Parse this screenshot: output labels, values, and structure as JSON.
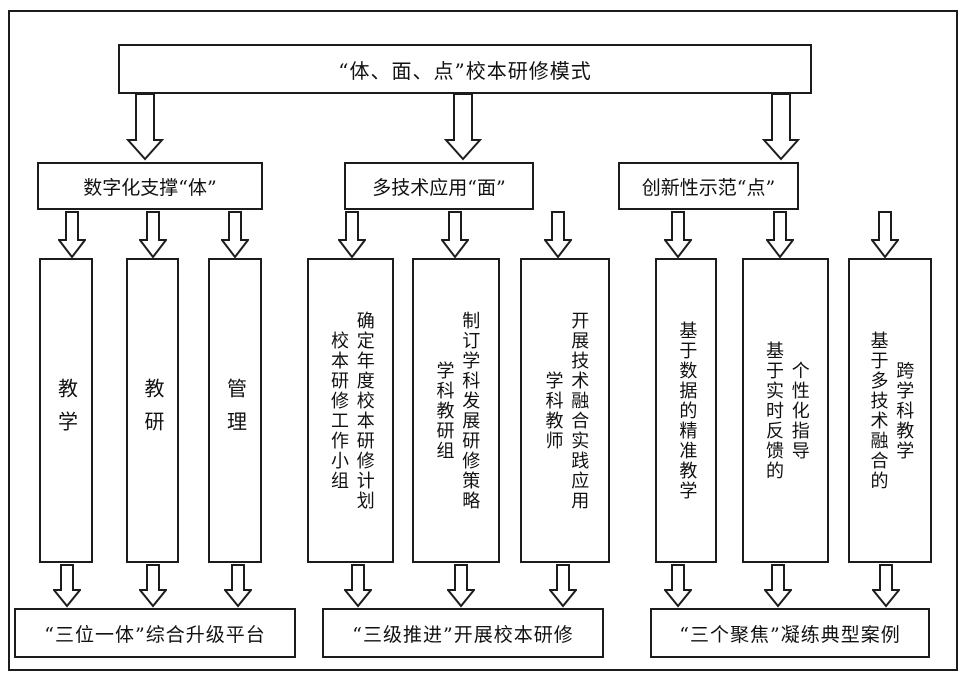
{
  "diagram": {
    "title": "“体、面、点”校本研修模式",
    "branches": [
      {
        "header": "数字化支撑“体”",
        "items": [
          {
            "cols": [
              "教学"
            ]
          },
          {
            "cols": [
              "教研"
            ]
          },
          {
            "cols": [
              "管理"
            ]
          }
        ],
        "footer": "“三位一体”综合升级平台"
      },
      {
        "header": "多技术应用“面”",
        "items": [
          {
            "cols": [
              "校本研修工作小组",
              "确定年度校本研修计划"
            ]
          },
          {
            "cols": [
              "学科教研组",
              "制订学科发展研修策略"
            ]
          },
          {
            "cols": [
              "学科教师",
              "开展技术融合实践应用"
            ]
          }
        ],
        "footer": "“三级推进”开展校本研修"
      },
      {
        "header": "创新性示范“点”",
        "items": [
          {
            "cols": [
              "基于数据的精准教学"
            ]
          },
          {
            "cols": [
              "基于实时反馈的",
              "个性化指导"
            ]
          },
          {
            "cols": [
              "基于多技术融合的",
              "跨学科教学"
            ]
          }
        ],
        "footer": "“三个聚焦”凝练典型案例"
      }
    ]
  }
}
